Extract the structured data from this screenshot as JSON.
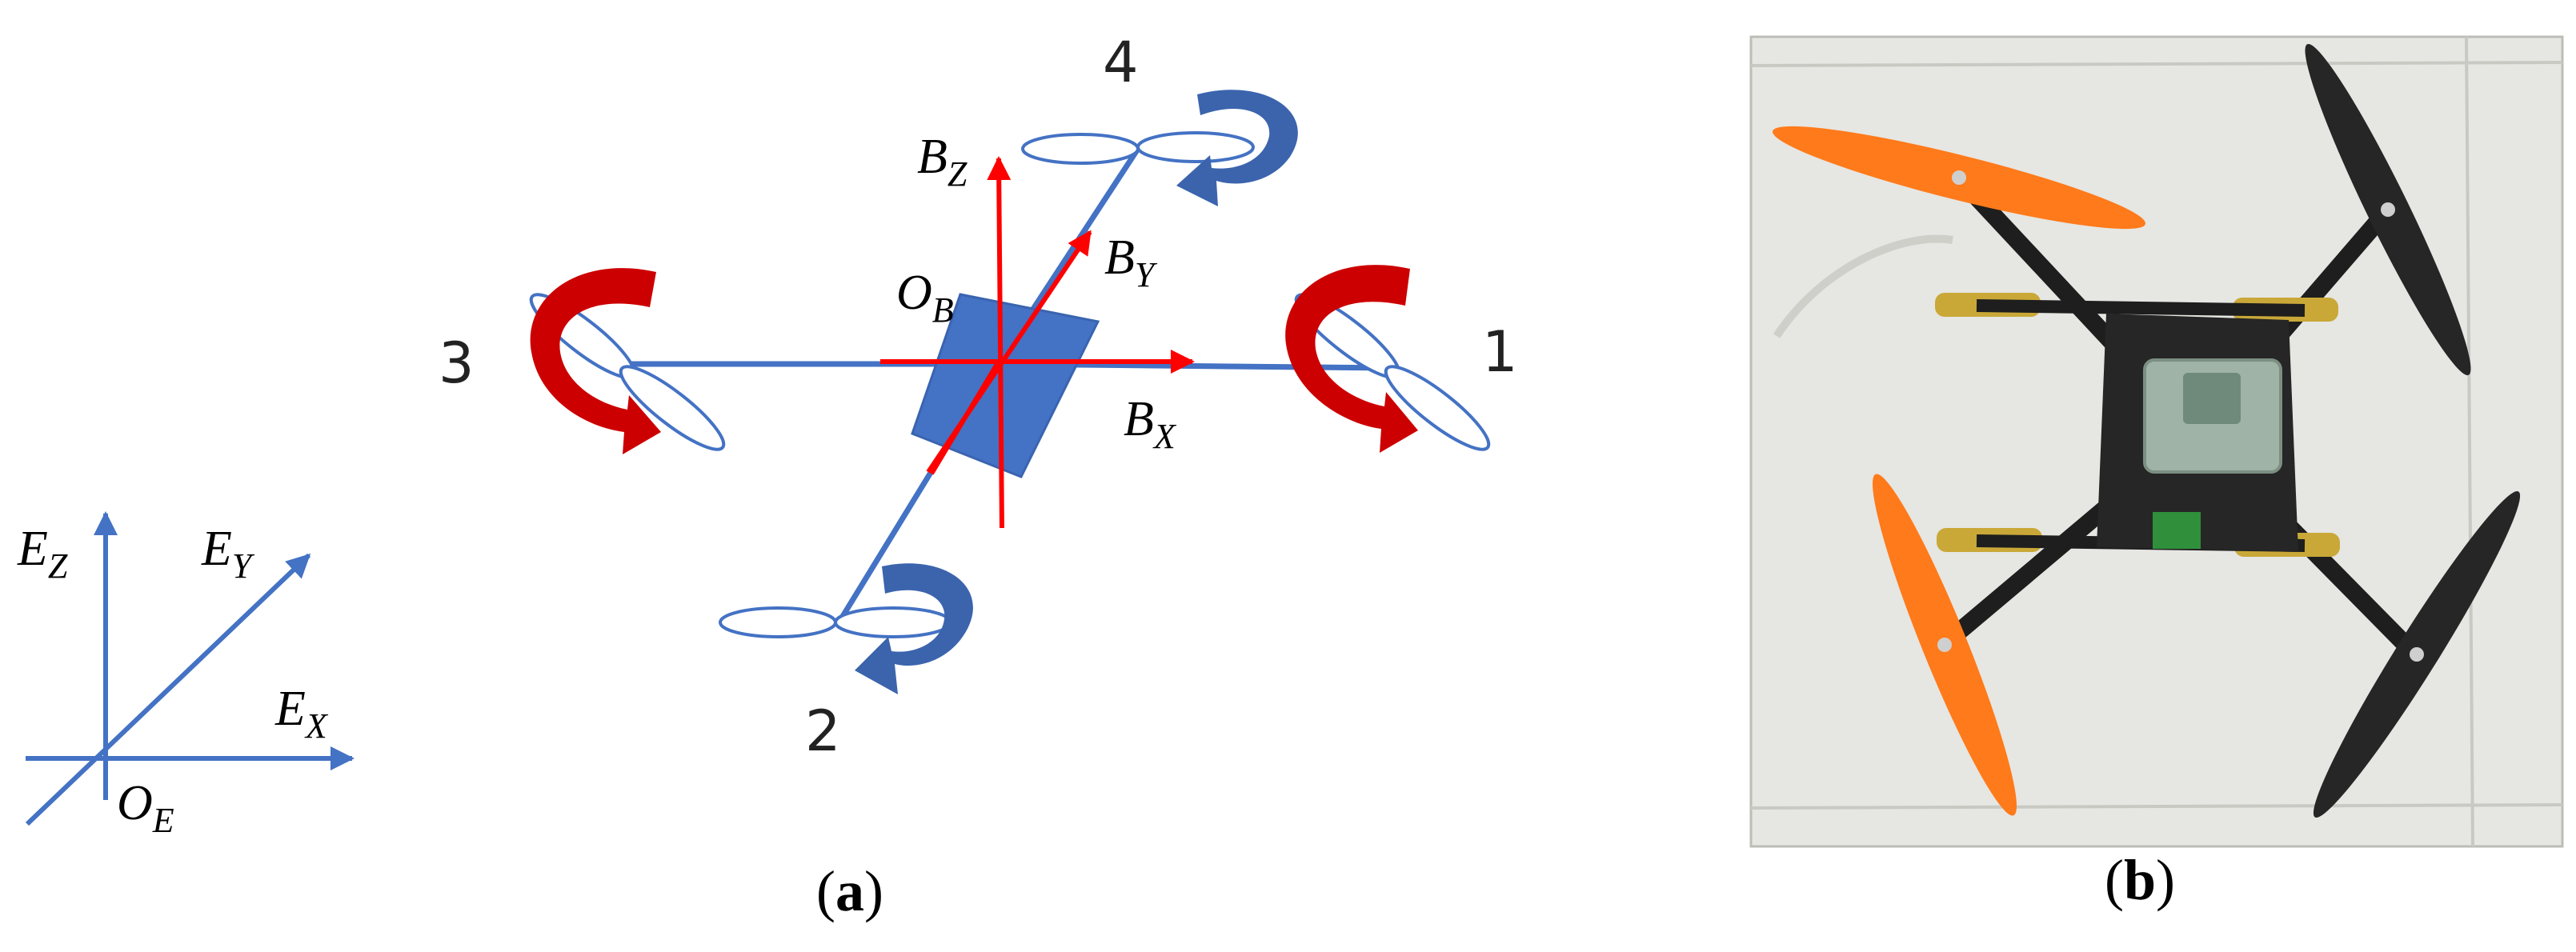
{
  "panel_a": {
    "caption": {
      "open": "(",
      "letter": "a",
      "close": ")"
    },
    "earth_frame": {
      "z": {
        "base": "E",
        "sub": "Z"
      },
      "y": {
        "base": "E",
        "sub": "Y"
      },
      "x": {
        "base": "E",
        "sub": "X"
      },
      "origin": {
        "base": "O",
        "sub": "E"
      }
    },
    "body_frame": {
      "z": {
        "base": "B",
        "sub": "Z"
      },
      "y": {
        "base": "B",
        "sub": "Y"
      },
      "x": {
        "base": "B",
        "sub": "X"
      },
      "origin": {
        "base": "O",
        "sub": "B"
      }
    },
    "rotors": [
      "1",
      "2",
      "3",
      "4"
    ],
    "colors": {
      "frame_blue": "#4472c4",
      "axis_red": "#ff0000",
      "arrow_red": "#cc0000",
      "arrow_blue": "#3b64ad"
    }
  },
  "panel_b": {
    "caption": {
      "open": "(",
      "letter": "b",
      "close": ")"
    },
    "photo_subject": "quadrotor-drone-photo",
    "colors": {
      "floor": "#e6e6e2",
      "frame": "#1e1e1e",
      "prop_orange": "#ff7a1a",
      "prop_black": "#262626",
      "foam": "#c9a838"
    }
  }
}
